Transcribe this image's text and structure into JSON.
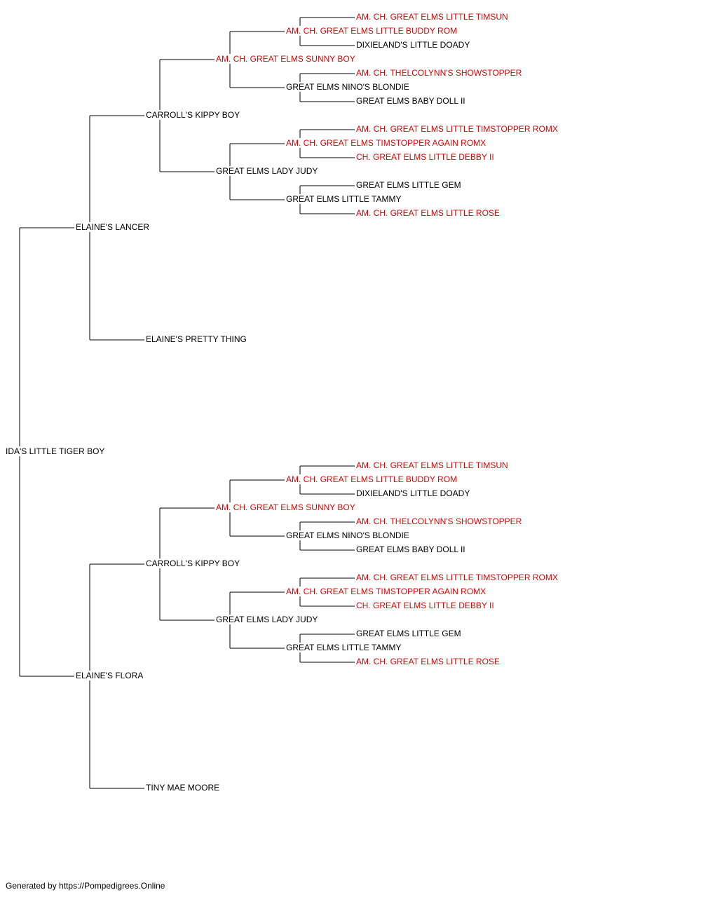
{
  "colors": {
    "normal": "#000000",
    "champion": "#e60000",
    "line": "#000000"
  },
  "pedigree": {
    "name": "IDA'S LITTLE TIGER BOY",
    "champion": false,
    "sire": {
      "name": "ELAINE'S LANCER",
      "champion": false,
      "sire": {
        "name": "CARROLL'S KIPPY BOY",
        "champion": false,
        "sire": {
          "name": "AM. CH. GREAT ELMS SUNNY BOY",
          "champion": true,
          "sire": {
            "name": "AM. CH. GREAT ELMS LITTLE BUDDY ROM",
            "champion": true,
            "sire": {
              "name": "AM. CH. GREAT ELMS LITTLE TIMSUN",
              "champion": true
            },
            "dam": {
              "name": "DIXIELAND'S LITTLE DOADY",
              "champion": false
            }
          },
          "dam": {
            "name": "GREAT ELMS NINO'S BLONDIE",
            "champion": false,
            "sire": {
              "name": "AM. CH. THELCOLYNN'S SHOWSTOPPER",
              "champion": true
            },
            "dam": {
              "name": "GREAT ELMS BABY DOLL II",
              "champion": false
            }
          }
        },
        "dam": {
          "name": "GREAT ELMS LADY JUDY",
          "champion": false,
          "sire": {
            "name": "AM. CH. GREAT ELMS TIMSTOPPER AGAIN ROMX",
            "champion": true,
            "sire": {
              "name": "AM. CH. GREAT ELMS LITTLE TIMSTOPPER ROMX",
              "champion": true
            },
            "dam": {
              "name": "CH. GREAT ELMS LITTLE DEBBY II",
              "champion": true
            }
          },
          "dam": {
            "name": "GREAT ELMS LITTLE TAMMY",
            "champion": false,
            "sire": {
              "name": "GREAT ELMS LITTLE GEM",
              "champion": false
            },
            "dam": {
              "name": "AM. CH. GREAT ELMS LITTLE ROSE",
              "champion": true
            }
          }
        }
      },
      "dam": {
        "name": "ELAINE'S PRETTY THING",
        "champion": false
      }
    },
    "dam": {
      "name": "ELAINE'S FLORA",
      "champion": false,
      "sire": {
        "name": "CARROLL'S KIPPY BOY",
        "champion": false,
        "sire": {
          "name": "AM. CH. GREAT ELMS SUNNY BOY",
          "champion": true,
          "sire": {
            "name": "AM. CH. GREAT ELMS LITTLE BUDDY ROM",
            "champion": true,
            "sire": {
              "name": "AM. CH. GREAT ELMS LITTLE TIMSUN",
              "champion": true
            },
            "dam": {
              "name": "DIXIELAND'S LITTLE DOADY",
              "champion": false
            }
          },
          "dam": {
            "name": "GREAT ELMS NINO'S BLONDIE",
            "champion": false,
            "sire": {
              "name": "AM. CH. THELCOLYNN'S SHOWSTOPPER",
              "champion": true
            },
            "dam": {
              "name": "GREAT ELMS BABY DOLL II",
              "champion": false
            }
          }
        },
        "dam": {
          "name": "GREAT ELMS LADY JUDY",
          "champion": false,
          "sire": {
            "name": "AM. CH. GREAT ELMS TIMSTOPPER AGAIN ROMX",
            "champion": true,
            "sire": {
              "name": "AM. CH. GREAT ELMS LITTLE TIMSTOPPER ROMX",
              "champion": true
            },
            "dam": {
              "name": "CH. GREAT ELMS LITTLE DEBBY II",
              "champion": true
            }
          },
          "dam": {
            "name": "GREAT ELMS LITTLE TAMMY",
            "champion": false,
            "sire": {
              "name": "GREAT ELMS LITTLE GEM",
              "champion": false
            },
            "dam": {
              "name": "AM. CH. GREAT ELMS LITTLE ROSE",
              "champion": true
            }
          }
        }
      },
      "dam": {
        "name": "TINY MAE MOORE",
        "champion": false
      }
    }
  },
  "footer": "Generated by https://Pompedigrees.Online"
}
